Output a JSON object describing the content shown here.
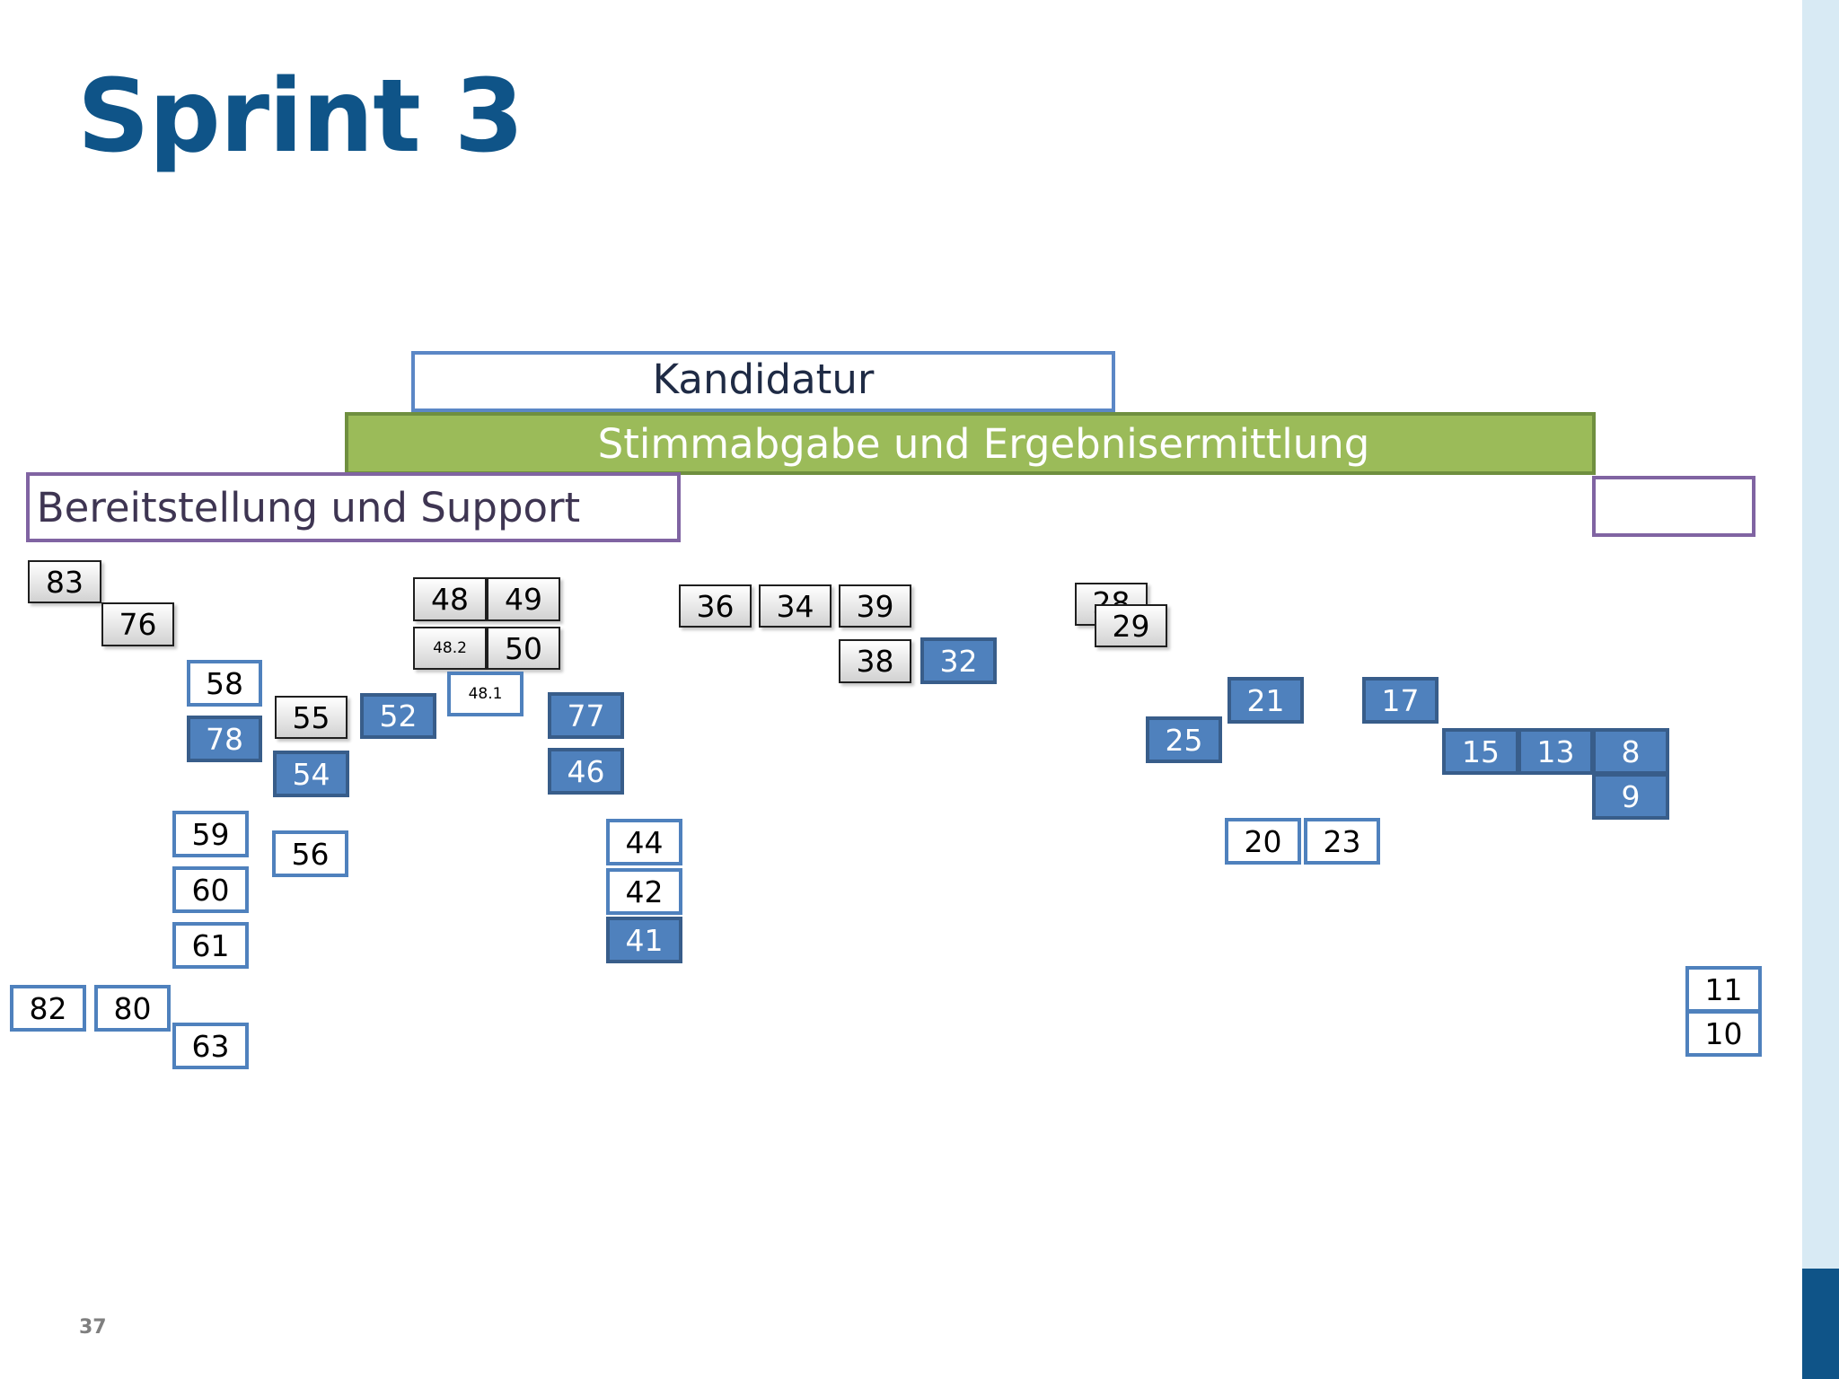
{
  "title": "Sprint 3",
  "page_number": "37",
  "bands": {
    "kandidatur": "Kandidatur",
    "stimmabgabe": "Stimmabgabe und Ergebnisermittlung",
    "bereitstellung": "Bereitstellung und Support",
    "unlabeled": ""
  },
  "colors": {
    "title": "#0f5488",
    "kandidatur_border": "#5b87c6",
    "stimmabgabe_fill": "#9bbb59",
    "bereitstellung_border": "#8064a2",
    "card_blue_fill": "#4f81bd",
    "card_blue_border": "#385d8a",
    "card_gray": "#d9d9d9"
  },
  "cards": {
    "c83": "83",
    "c76": "76",
    "c58": "58",
    "c78": "78",
    "c55": "55",
    "c52": "52",
    "c54": "54",
    "c59": "59",
    "c56": "56",
    "c60": "60",
    "c61": "61",
    "c82": "82",
    "c80": "80",
    "c63": "63",
    "c48": "48",
    "c49": "49",
    "c48_2": "48.2",
    "c50": "50",
    "c48_1": "48.1",
    "c77": "77",
    "c46": "46",
    "c44": "44",
    "c42": "42",
    "c41": "41",
    "c36": "36",
    "c34": "34",
    "c39": "39",
    "c38": "38",
    "c32": "32",
    "c28": "28",
    "c29": "29",
    "c21": "21",
    "c17": "17",
    "c25": "25",
    "c15": "15",
    "c13": "13",
    "c8": "8",
    "c9": "9",
    "c20": "20",
    "c23": "23",
    "c11": "11",
    "c10": "10"
  }
}
